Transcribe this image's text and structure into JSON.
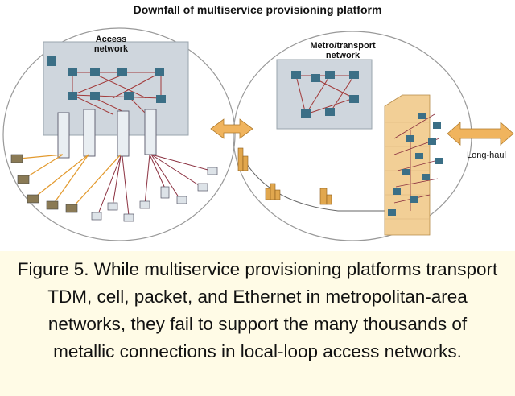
{
  "title": "Downfall of multiservice provisioning platform",
  "labels": {
    "access_network": [
      "Access",
      "network"
    ],
    "metro_network": [
      "Metro/transport",
      "network"
    ],
    "long_haul": "Long-haul"
  },
  "caption": "Figure 5. While multiservice provisioning platforms transport TDM, cell, packet, and Ethernet in metropolitan-area networks, they fail to support the many thousands of metallic connections in local-loop access networks.",
  "colors": {
    "access_panel": "#cfd6dd",
    "metro_panel": "#cfd6dd",
    "node_fill": "#3b6f86",
    "link_red": "#a23a3a",
    "link_orange": "#e39a2e",
    "arrow_fill": "#f0b45e",
    "building_fill": "#f2cf96",
    "caption_bg": "#fffbe6"
  }
}
